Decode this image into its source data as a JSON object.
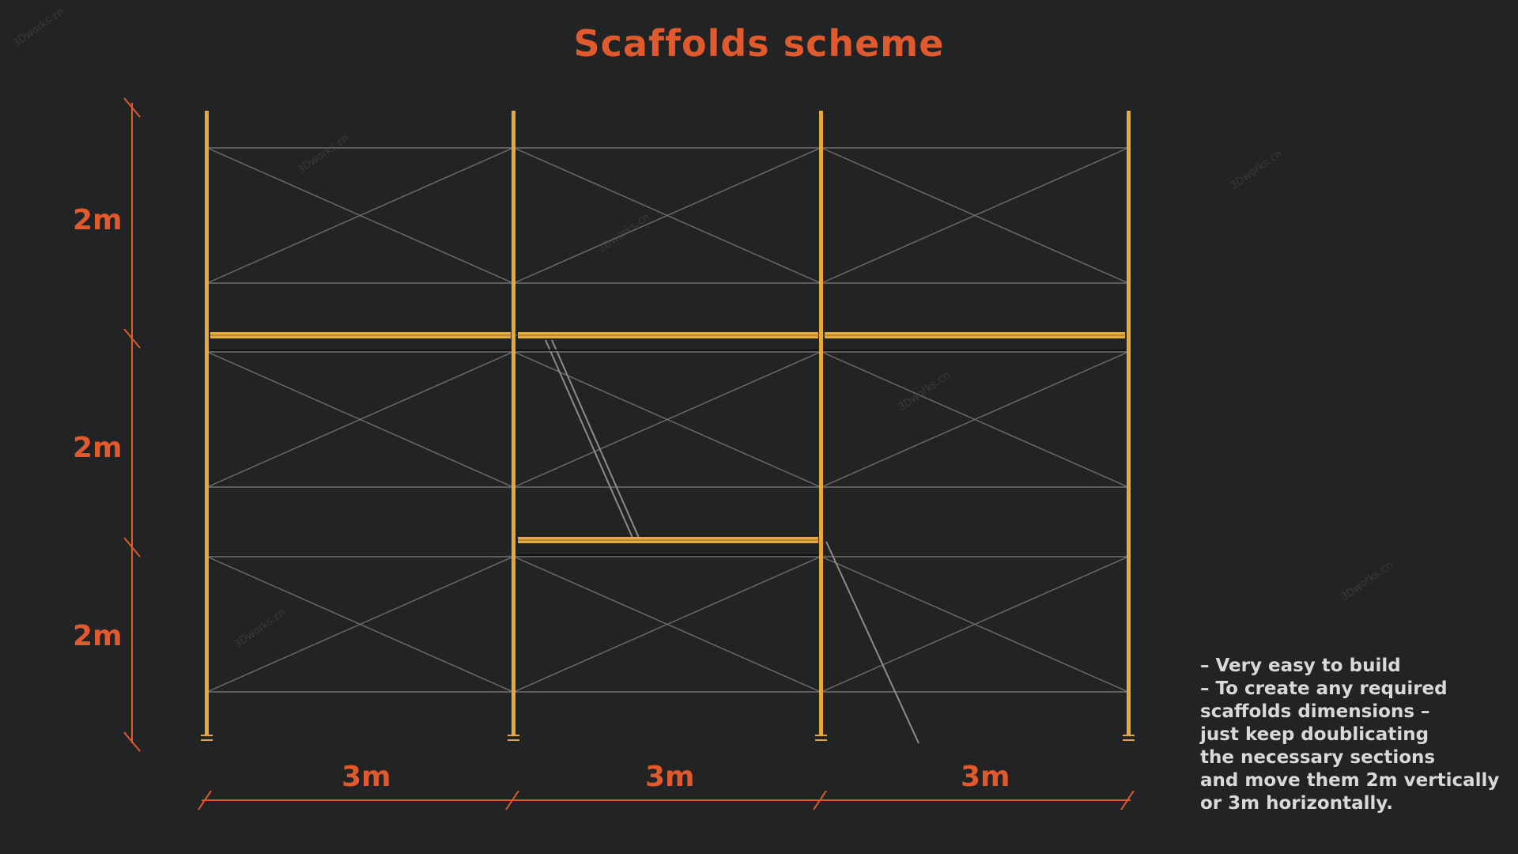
{
  "title": "Scaffolds scheme",
  "vertical_dimensions": [
    "2m",
    "2m",
    "2m"
  ],
  "horizontal_dimensions": [
    "3m",
    "3m",
    "3m"
  ],
  "notes": [
    "– Very easy to build",
    "– To create any required",
    "scaffolds dimensions –",
    "just keep doublicating",
    "the necessary sections",
    "and move them 2m vertically",
    "or 3m horizontally."
  ],
  "watermark": "3Dworks.cn",
  "colors": {
    "background": "#222325",
    "accent": "#e05a2e",
    "pole": "#e6a93c",
    "brace": "#7a7a78",
    "notes": "#d9d9d9"
  }
}
